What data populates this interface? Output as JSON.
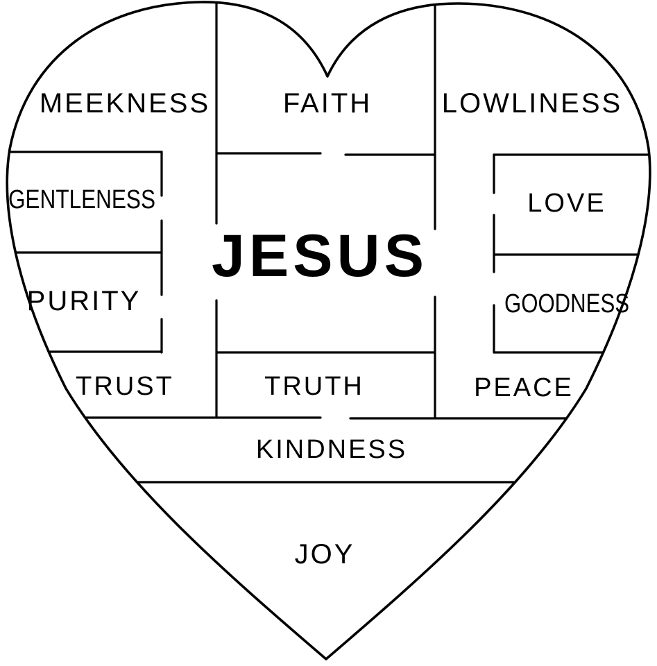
{
  "diagram": {
    "center": "JESUS",
    "cells": {
      "meekness": "MEEKNESS",
      "faith": "FAITH",
      "lowliness": "LOWLINESS",
      "gentleness": "GENTLENESS",
      "love": "LOVE",
      "purity": "PURITY",
      "goodness": "GOODNESS",
      "trust": "TRUST",
      "truth": "TRUTH",
      "peace": "PEACE",
      "kindness": "KINDNESS",
      "joy": "JOY"
    }
  }
}
